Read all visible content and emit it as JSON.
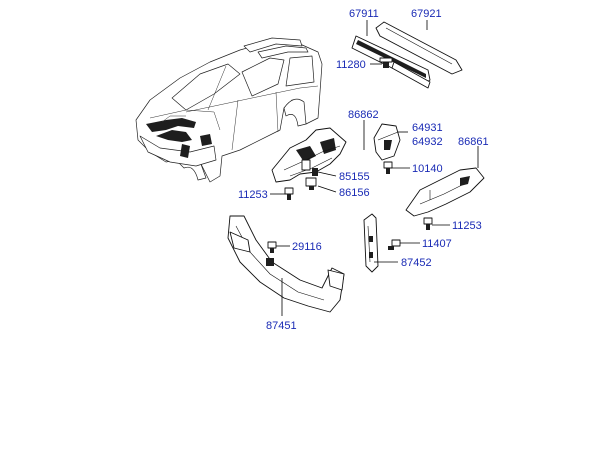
{
  "labels": {
    "p67911": "67911",
    "p67921": "67921",
    "p11280": "11280",
    "p86862": "86862",
    "p64931": "64931",
    "p64932": "64932",
    "p86861": "86861",
    "p85155": "85155",
    "p86156": "86156",
    "p10140": "10140",
    "p11253a": "11253",
    "p11253b": "11253",
    "p29116": "29116",
    "p11407": "11407",
    "p87452": "87452",
    "p87451": "87451"
  },
  "colors": {
    "label": "#1a2bb5",
    "ink": "#111111",
    "background": "#ffffff"
  }
}
